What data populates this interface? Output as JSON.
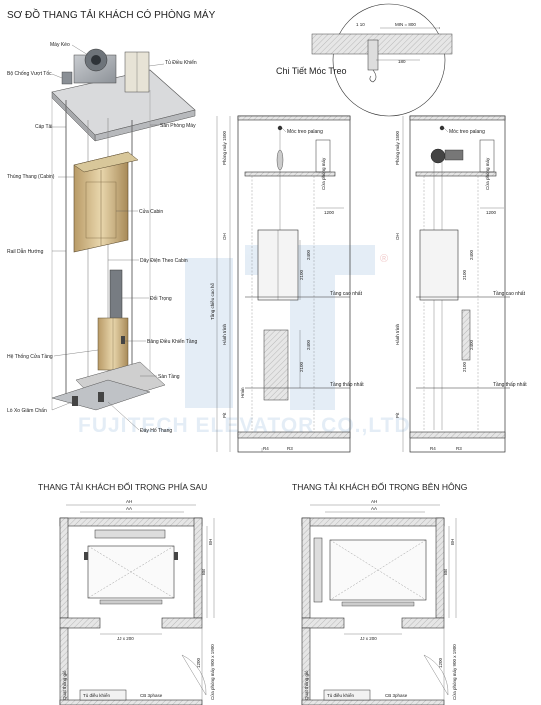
{
  "header": {
    "title": "SƠ ĐỒ THANG TẢI KHÁCH CÓ PHÒNG MÁY"
  },
  "watermark": {
    "text": "FUJITECH ELEVATOR CO.,LTD",
    "registered": "®",
    "color": "#bcd3ea"
  },
  "hook_detail": {
    "title": "Chi Tiết Móc Treo",
    "dim_min": "MIN = 800",
    "dim_180": "180",
    "dim_h": "1 10"
  },
  "exploded_labels": [
    {
      "text": "Máy Kéo"
    },
    {
      "text": "Tủ Điều Khiển"
    },
    {
      "text": "Bộ Chống Vượt Tốc"
    },
    {
      "text": "Cáp Tải"
    },
    {
      "text": "Sàn Phòng Máy"
    },
    {
      "text": "Thùng Thang (Cabin)"
    },
    {
      "text": "Cửa Cabin"
    },
    {
      "text": "Rail Dẫn Hướng"
    },
    {
      "text": "Dây Điện Theo Cabin"
    },
    {
      "text": "Đối Trọng"
    },
    {
      "text": "Bảng Điều Khiển Tầng"
    },
    {
      "text": "Hệ Thống Cửa Tầng"
    },
    {
      "text": "Sàn Tầng"
    },
    {
      "text": "Lò Xo Giảm Chấn"
    },
    {
      "text": "Đáy Hố Thang"
    }
  ],
  "section_left": {
    "hook": "Móc treo palang",
    "door": "Cửa phòng máy",
    "top_floor": "Tầng cao nhất",
    "bottom_floor": "Tầng thấp nhất",
    "dim_1200": "1200",
    "dim_machine_room": "Phòng máy 1500",
    "oh": "OH",
    "travel": "Hành trình",
    "total_height": "Tầng chiều cao hố",
    "pit": "Pit",
    "dim_2100a": "2100",
    "dim_2100b": "2100",
    "dim_2400a": "2400",
    "dim_2400b": "2400",
    "hmin": "Hmin",
    "r4": "R4",
    "r3": "R3"
  },
  "section_right": {
    "hook": "Móc treo palang",
    "door": "Cửa phòng máy",
    "top_floor": "Tầng cao nhất",
    "bottom_floor": "Tầng thấp nhất",
    "dim_1200": "1200",
    "dim_machine_room": "Phòng máy 1500",
    "oh": "OH",
    "travel": "Hành trình",
    "pit": "Pit",
    "dim_2100a": "2100",
    "dim_2100b": "2100",
    "dim_2400a": "2400",
    "dim_2400b": "2400",
    "r4": "R4",
    "r3": "R3"
  },
  "plan_left": {
    "title": "THANG TẢI KHÁCH ĐỐI TRỌNG PHÍA SAU",
    "dim_ah": "AH",
    "dim_aa": "AA",
    "dim_bh": "BH",
    "dim_bb": "BB",
    "dim_jj": "JJ x 200",
    "control_cabinet": "Tủ điều khiển",
    "cb": "CB 3phase",
    "fan": "Quạt thông gió",
    "door": "Cửa phòng máy 900 x 1900",
    "dim_1200": "1200"
  },
  "plan_right": {
    "title": "THANG TẢI KHÁCH ĐỐI TRỌNG BÊN HÔNG",
    "dim_ah": "AH",
    "dim_aa": "AA",
    "dim_bh": "BH",
    "dim_bb": "BB",
    "dim_jj": "JJ x 200",
    "control_cabinet": "Tủ điều khiển",
    "cb": "CB 3phase",
    "fan": "Quạt thông gió",
    "door": "Cửa phòng máy 900 x 1900",
    "dim_1200": "1200"
  }
}
